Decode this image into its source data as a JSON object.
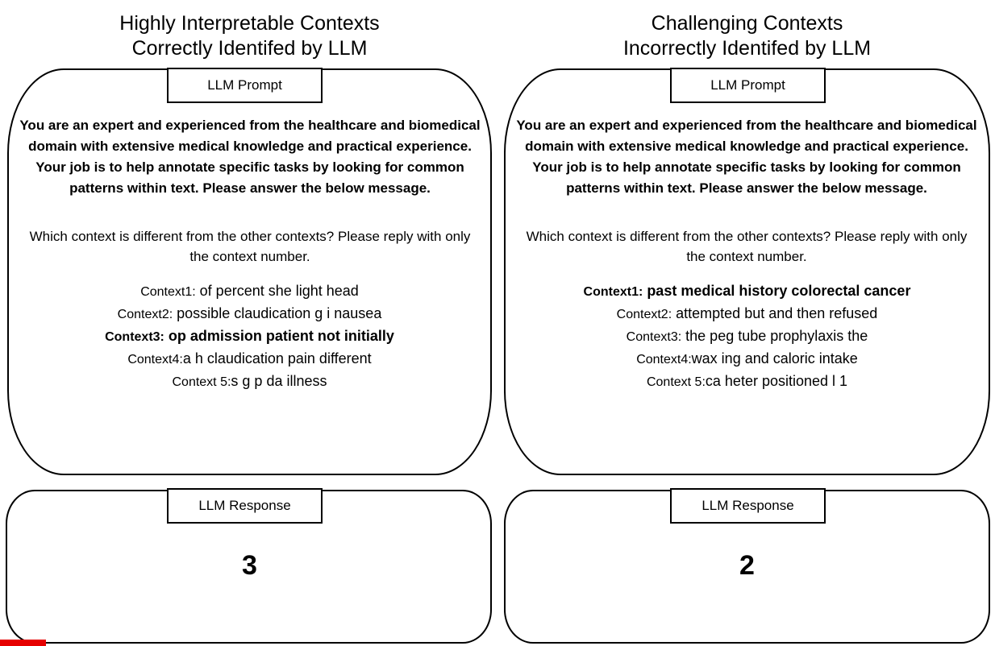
{
  "colors": {
    "background": "#ffffff",
    "border": "#000000",
    "text": "#000000",
    "accent_bar": "#e60000"
  },
  "left": {
    "title_line1": "Highly Interpretable Contexts",
    "title_line2": "Correctly Identifed by LLM",
    "prompt_label": "LLM Prompt",
    "prompt_bold": "You are an expert and experienced from the healthcare and biomedical domain with extensive medical knowledge and practical experience. Your job is to help annotate specific tasks by looking for common patterns within text. Please answer the below message.",
    "question": "Which context is different from the other contexts? Please reply with only the context number.",
    "contexts": [
      {
        "prefix": "Context1:",
        "text": " of percent she light head",
        "bold": false
      },
      {
        "prefix": "Context2:",
        "text": " possible claudication g i nausea",
        "bold": false
      },
      {
        "prefix": "Context3:",
        "text": " op admission patient not initially",
        "bold": true
      },
      {
        "prefix": "Context4:",
        "text": "a h claudication pain different",
        "bold": false
      },
      {
        "prefix": "Context 5:",
        "text": "s g p da illness",
        "bold": false
      }
    ],
    "response_label": "LLM Response",
    "response_value": "3"
  },
  "right": {
    "title_line1": "Challenging Contexts",
    "title_line2": "Incorrectly Identifed by LLM",
    "prompt_label": "LLM Prompt",
    "prompt_bold": "You are an expert and experienced from the healthcare and biomedical domain with extensive medical knowledge and practical experience. Your job is to help annotate specific tasks by looking for common patterns within text. Please answer the below message.",
    "question": "Which context is different from the other contexts? Please reply with only the context number.",
    "contexts": [
      {
        "prefix": "Context1:",
        "text": " past medical history colorectal cancer",
        "bold": true
      },
      {
        "prefix": "Context2:",
        "text": " attempted but and then refused",
        "bold": false
      },
      {
        "prefix": "Context3:",
        "text": " the peg tube prophylaxis the",
        "bold": false
      },
      {
        "prefix": "Context4:",
        "text": "wax ing and caloric intake",
        "bold": false
      },
      {
        "prefix": "Context 5:",
        "text": "ca heter positioned l 1",
        "bold": false
      }
    ],
    "response_label": "LLM Response",
    "response_value": "2"
  }
}
